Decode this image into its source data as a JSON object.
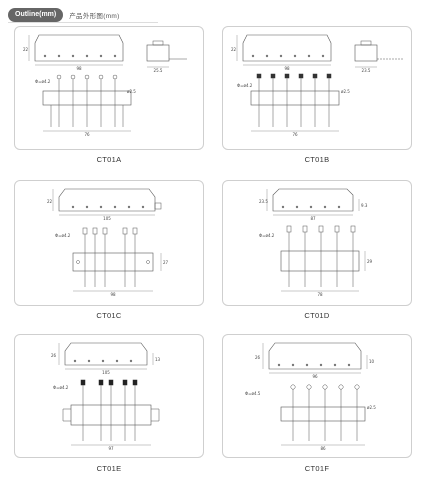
{
  "header": {
    "badge": "Outline(mm)",
    "title": "产品外形图(mm)"
  },
  "products": [
    {
      "name": "CT01A",
      "dims": {
        "length": "98",
        "height": "22",
        "pin_dia": "Φ=ø4.2",
        "pin_spacing": "ø2.5",
        "base_length": "76",
        "side_width": "25.5"
      }
    },
    {
      "name": "CT01B",
      "dims": {
        "length": "98",
        "height": "22",
        "pin_dia": "Φ=ø4.2",
        "pin_spacing": "ø2.5",
        "base_length": "76",
        "side_width": "23.5"
      }
    },
    {
      "name": "CT01C",
      "dims": {
        "length": "105",
        "height": "22",
        "pin_dia": "Φ=ø4.2",
        "base_length": "98",
        "base_height": "27"
      }
    },
    {
      "name": "CT01D",
      "dims": {
        "length": "87",
        "height": "23.5",
        "height2": "9.3",
        "pin_dia": "Φ=ø4.2",
        "base_length": "78",
        "base_height": "29"
      }
    },
    {
      "name": "CT01E",
      "dims": {
        "length": "105",
        "height": "26",
        "height2": "13",
        "pin_dia": "Φ=ø4.2",
        "base_length": "97"
      }
    },
    {
      "name": "CT01F",
      "dims": {
        "length": "96",
        "height": "26",
        "height2": "10",
        "pin_dia": "Φ=ø4.5",
        "pin_spacing": "ø2.5",
        "base_length": "86"
      }
    }
  ]
}
